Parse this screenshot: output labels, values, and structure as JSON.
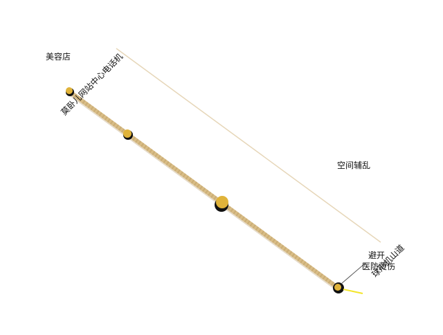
{
  "labels": {
    "top_name": "美容店",
    "top_rotated": "莫卧儿网站中心电话机",
    "middle": "空间辅乱",
    "bottom_rotated": "球形机山道",
    "bottom_right_line1": "避开",
    "bottom_right_line2": "医防烫伤"
  },
  "colors": {
    "rope": "#d9bd86",
    "bead": "#e0b33a",
    "thin_line": "#e6d6b8",
    "accent": "#f3e52a"
  }
}
